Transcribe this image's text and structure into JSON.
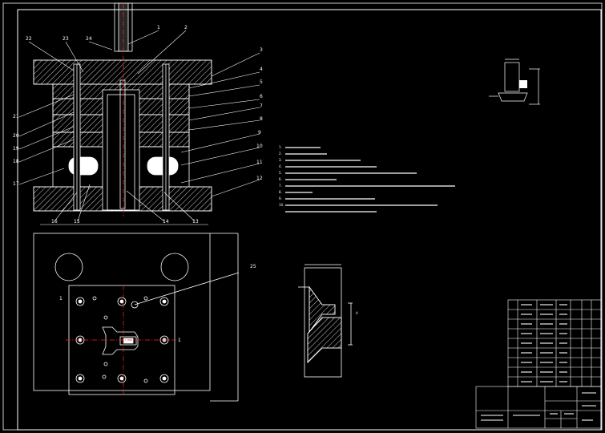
{
  "colors": {
    "line": "#ffffff",
    "center": "#ff2020",
    "fill": "#ffffff",
    "bg": "#000000"
  },
  "part_labels": [
    "22",
    "23",
    "24",
    "1",
    "2",
    "3",
    "4",
    "5",
    "6",
    "7",
    "8",
    "9",
    "10",
    "11",
    "12",
    "21",
    "20",
    "19",
    "18",
    "17",
    "16",
    "15",
    "14",
    "13",
    "25"
  ],
  "section_marks": {
    "left": "1",
    "right": "1"
  },
  "notes": [
    "1.",
    "2.",
    "3.",
    "4.",
    "5.",
    "6.",
    "7.",
    "8.",
    "9.",
    "10."
  ],
  "dims": {
    "part_dim_a": "A"
  }
}
